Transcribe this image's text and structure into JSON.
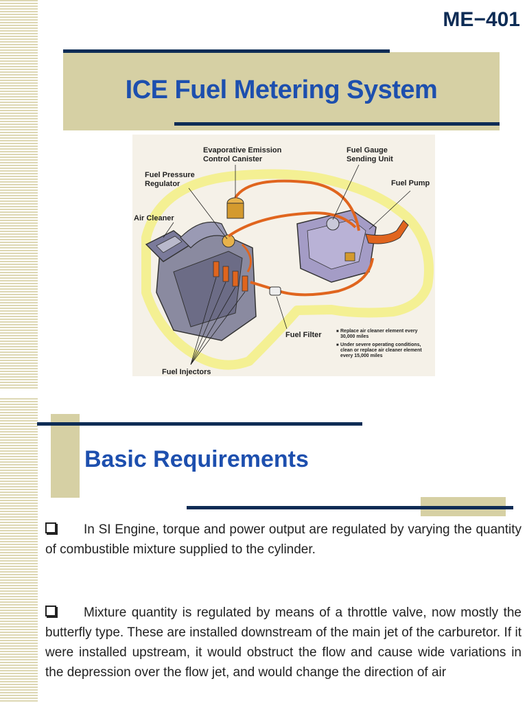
{
  "header": {
    "course_code": "ME−401",
    "title": "ICE Fuel Metering System"
  },
  "diagram": {
    "labels": {
      "evap_emission": "Evaporative Emission\nControl Canister",
      "fuel_gauge": "Fuel Gauge\nSending Unit",
      "fuel_pressure": "Fuel Pressure\nRegulator",
      "fuel_pump": "Fuel Pump",
      "air_cleaner": "Air Cleaner",
      "fuel_filter": "Fuel Filter",
      "fuel_injectors": "Fuel Injectors"
    },
    "notes": [
      "Replace air cleaner element every 30,000 miles",
      "Under severe operating conditions, clean or replace air cleaner element every 15,000 miles"
    ]
  },
  "section": {
    "heading": "Basic Requirements"
  },
  "paragraphs": [
    "In SI Engine, torque and power output are regulated by varying the quantity of combustible mixture supplied to the cylinder.",
    "Mixture quantity is regulated by means of a throttle valve, now mostly the butterfly type. These are installed downstream of the main jet of the carburetor. If it were installed upstream, it would obstruct the flow and cause wide variations in the depression over the flow jet, and would change the direction of air"
  ],
  "colors": {
    "navy": "#0d2c55",
    "title_blue": "#1d4fae",
    "tan": "#d6d0a4",
    "fuel_line": "#e0651e",
    "glow": "#f4f08a"
  }
}
